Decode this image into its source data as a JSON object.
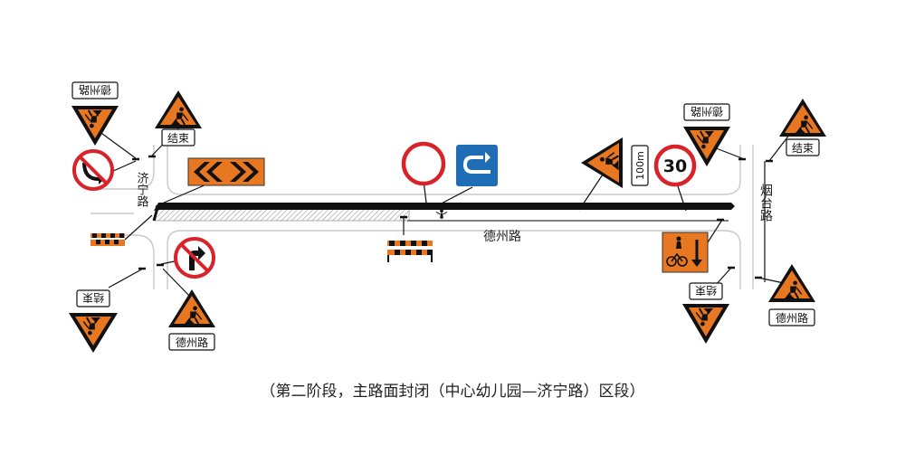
{
  "roads": {
    "main_road": "德州路",
    "left_cross_road": "济宁路",
    "right_cross_road": "烟台路"
  },
  "signs": {
    "end_label": "结束",
    "road_label": "德州路",
    "distance_label": "100m",
    "speed_limit": "30"
  },
  "caption": "（第二阶段，主路面封闭（中心幼儿园—济宁路）区段）",
  "colors": {
    "work_orange": "#e87722",
    "sign_red": "#d8232a",
    "sign_blue": "#1f6db5",
    "closure_black": "#111111"
  }
}
